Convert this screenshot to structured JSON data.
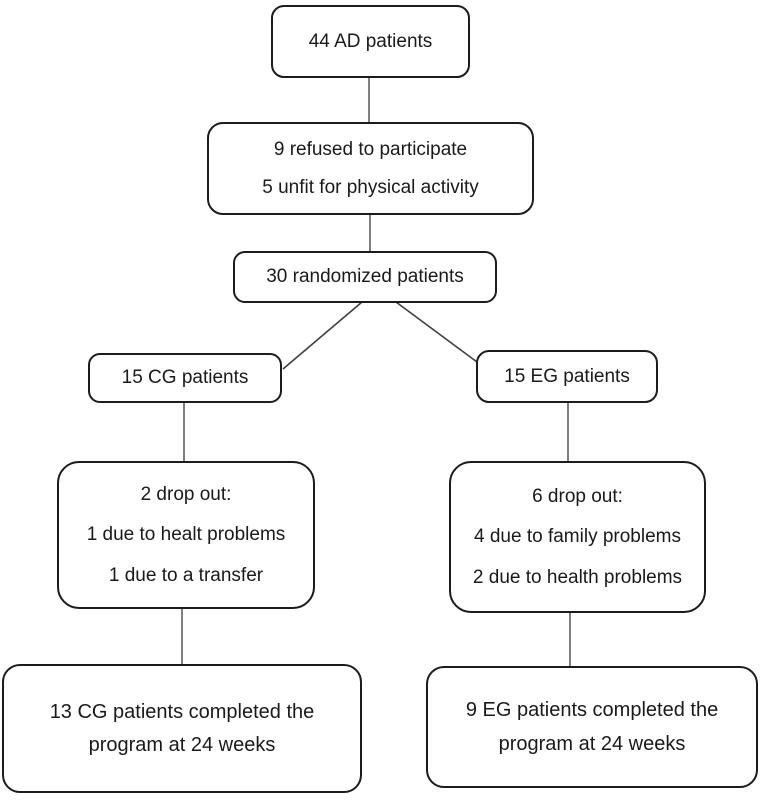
{
  "diagram": {
    "boxes": {
      "total": {
        "lines": [
          "44 AD patients"
        ]
      },
      "excluded": {
        "lines": [
          "9 refused to participate",
          "5 unfit for physical activity"
        ]
      },
      "randomized": {
        "lines": [
          "30 randomized patients"
        ]
      },
      "cg": {
        "lines": [
          "15 CG patients"
        ]
      },
      "eg": {
        "lines": [
          "15 EG patients"
        ]
      },
      "cg_dropout": {
        "lines": [
          "2 drop out:",
          "1 due to healt problems",
          "1 due to a transfer"
        ]
      },
      "eg_dropout": {
        "lines": [
          "6 drop out:",
          "4 due to family problems",
          "2 due to health problems"
        ]
      },
      "cg_completed": {
        "lines": [
          "13 CG patients completed the",
          "program at 24 weeks"
        ]
      },
      "eg_completed": {
        "lines": [
          "9 EG patients completed the",
          "program at 24 weeks"
        ]
      }
    },
    "colors": {
      "box_border": "#1c1c1c",
      "vertical_connector": "#808080",
      "diagonal_connector": "#3f3f3f",
      "text": "#1a1a1a",
      "background": "#ffffff"
    }
  }
}
